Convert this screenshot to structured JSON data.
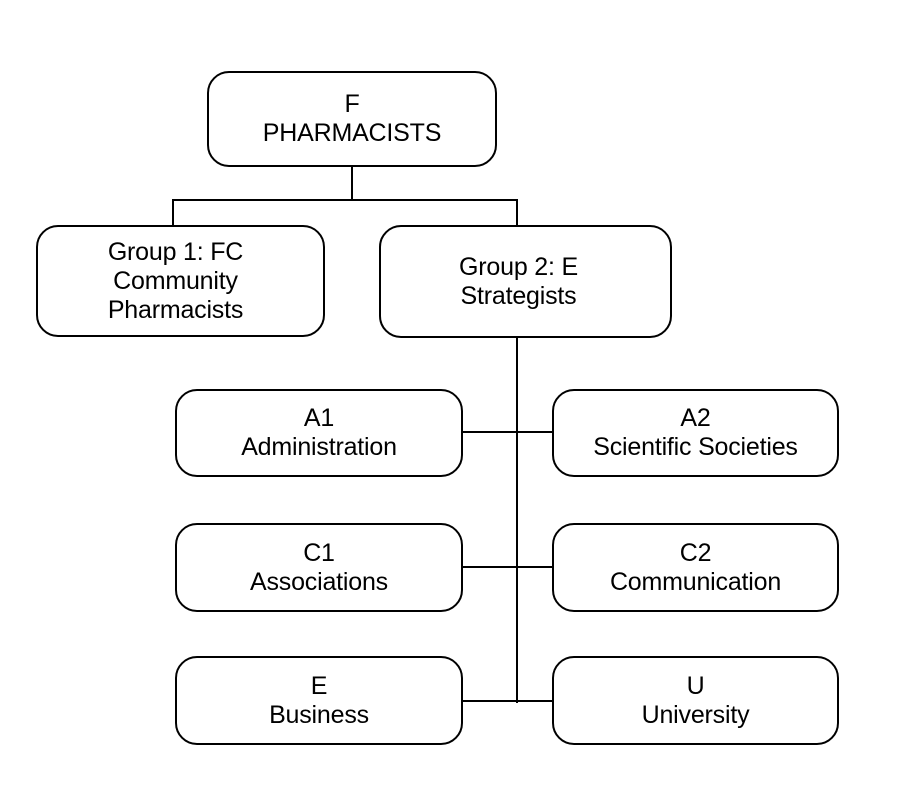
{
  "diagram": {
    "type": "org-chart",
    "background": "#ffffff",
    "line_color": "#000000",
    "text_color": "#000000",
    "nodes": {
      "root": {
        "line1": "F",
        "line2": "PHARMACISTS"
      },
      "group1": {
        "line1": "Group 1: FC",
        "line2": "Community",
        "line3": "Pharmacists"
      },
      "group2": {
        "line1": "Group 2: E",
        "line2": "Strategists"
      },
      "a1": {
        "line1": "A1",
        "line2": "Administration"
      },
      "a2": {
        "line1": "A2",
        "line2": "Scientific Societies"
      },
      "c1": {
        "line1": "C1",
        "line2": "Associations"
      },
      "c2": {
        "line1": "C2",
        "line2": "Communication"
      },
      "e": {
        "line1": "E",
        "line2": "Business"
      },
      "u": {
        "line1": "U",
        "line2": "University"
      }
    },
    "edges": [
      {
        "from": "root",
        "to": "group1"
      },
      {
        "from": "root",
        "to": "group2"
      },
      {
        "from": "group2",
        "to": "a1"
      },
      {
        "from": "group2",
        "to": "a2"
      },
      {
        "from": "group2",
        "to": "c1"
      },
      {
        "from": "group2",
        "to": "c2"
      },
      {
        "from": "group2",
        "to": "e"
      },
      {
        "from": "group2",
        "to": "u"
      }
    ]
  }
}
